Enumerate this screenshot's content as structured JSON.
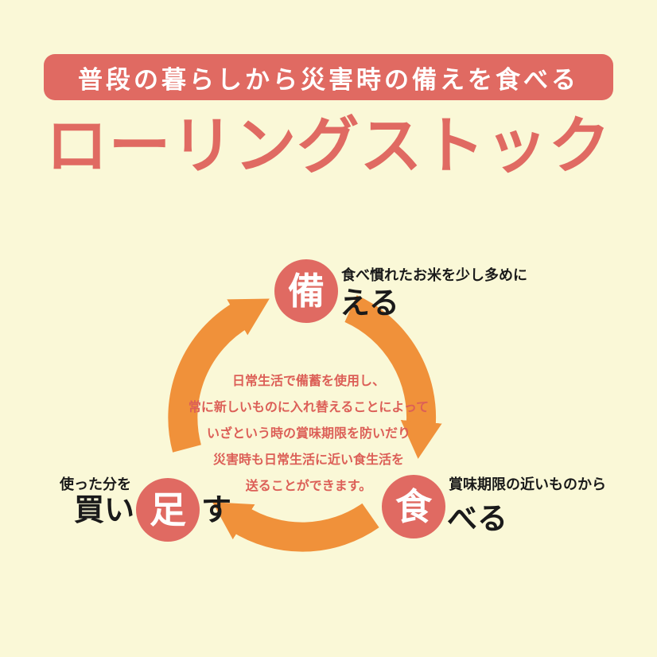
{
  "banner": {
    "label": "普段の暮らしから災害時の備えを食べる"
  },
  "title": {
    "label": "ローリングストック"
  },
  "cycle": {
    "center_lines": [
      "日常生活で備蓄を使用し、",
      "常に新しいものに入れ替えることによって",
      "いざという時の賞味期限を防いだり",
      "災害時も日常生活に近い食生活を",
      "送ることができます。"
    ],
    "nodes": {
      "sonaeru": {
        "char": "備",
        "suffix": "える",
        "annotation": "食べ慣れたお米を少し多めに"
      },
      "taberu": {
        "char": "食",
        "suffix": "べる",
        "annotation": "賞味期限の近いものから"
      },
      "kaitasu": {
        "prefix": "買い",
        "char": "足",
        "suffix": "す",
        "annotation": "使った分を"
      }
    }
  },
  "colors": {
    "background": "#faf8d7",
    "coral": "#e06a62",
    "orange": "#f0913a",
    "text_black": "#1a1a1a",
    "white": "#ffffff"
  }
}
